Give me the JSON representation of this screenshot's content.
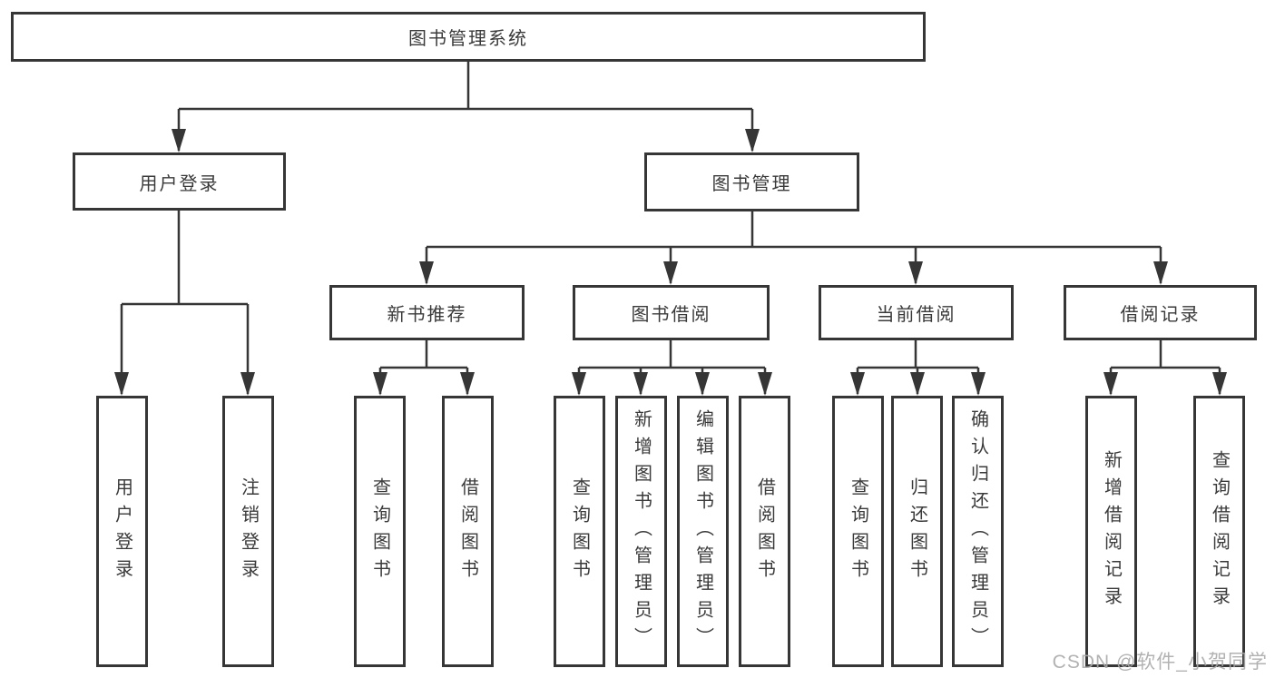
{
  "colors": {
    "line": "#363636",
    "border": "#363636",
    "text": "#3a3a3a",
    "watermark": "#aaaaaa",
    "background": "#ffffff"
  },
  "watermark": "CSDN @软件_小贺同学",
  "tree": {
    "root": "图书管理系统",
    "branches": [
      {
        "label": "用户登录",
        "children": [
          {
            "label": "用户登录"
          },
          {
            "label": "注销登录"
          }
        ]
      },
      {
        "label": "图书管理",
        "children": [
          {
            "label": "新书推荐",
            "children": [
              {
                "label": "查询图书"
              },
              {
                "label": "借阅图书"
              }
            ]
          },
          {
            "label": "图书借阅",
            "children": [
              {
                "label": "查询图书"
              },
              {
                "label": "新增图书（管理员）"
              },
              {
                "label": "编辑图书（管理员）"
              },
              {
                "label": "借阅图书"
              }
            ]
          },
          {
            "label": "当前借阅",
            "children": [
              {
                "label": "查询图书"
              },
              {
                "label": "归还图书"
              },
              {
                "label": "确认归还（管理员）"
              }
            ]
          },
          {
            "label": "借阅记录",
            "children": [
              {
                "label": "新增借阅记录"
              },
              {
                "label": "查询借阅记录"
              }
            ]
          }
        ]
      }
    ]
  }
}
